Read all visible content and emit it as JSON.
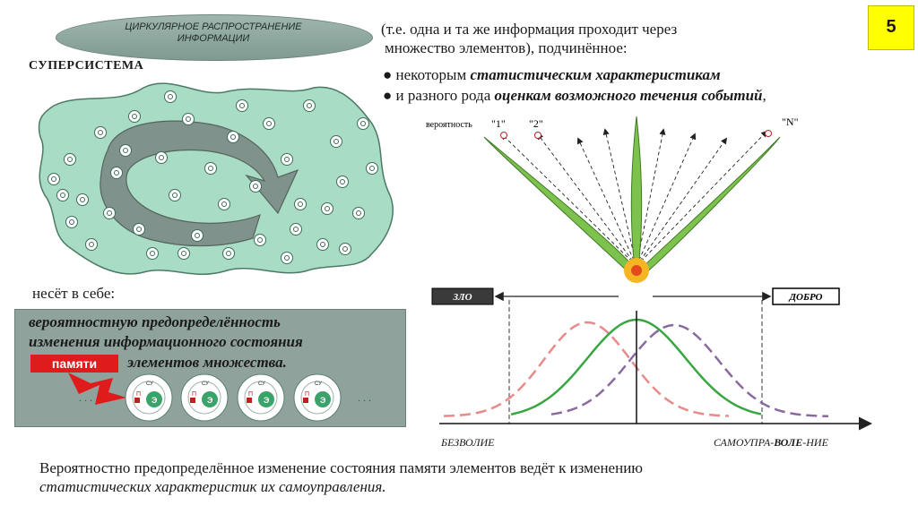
{
  "page_number": "5",
  "oval": {
    "line1": "ЦИРКУЛЯРНОЕ РАСПРОСТРАНЕНИЕ",
    "line2": "ИНФОРМАЦИИ"
  },
  "supersystem": "СУПЕРСИСТЕМА",
  "intro": {
    "line1": "(т.е. одна и та же информация проходит через",
    "line2": "множество элементов), подчинённое:"
  },
  "bullets": [
    {
      "normal": "некоторым ",
      "emph": "статистическим характеристикам",
      "tail": ""
    },
    {
      "normal": "и разного рода ",
      "emph": "оценкам возможного течения событий",
      "tail": ","
    }
  ],
  "carries": "несёт в себе:",
  "grey_box": {
    "line1": "вероятностную предопределённость",
    "line2": "изменения информационного состояния",
    "memory": "памяти",
    "line3": "элементов множества.",
    "dots": ". . ."
  },
  "cell_labels": {
    "p": "П",
    "cy": "СУ",
    "e": "Э"
  },
  "fan": {
    "prob_label": "вероятность",
    "labels": [
      "\"1\"",
      "\"2\"",
      "\"N\""
    ]
  },
  "axis": {
    "evil": "ЗЛО",
    "good": "ДОБРО",
    "left_label": "БЕЗВОЛИЕ",
    "right_label_pre": "САМОУПРА-",
    "right_label_bold": "ВОЛЕ",
    "right_label_post": "-НИЕ"
  },
  "caption": {
    "line1": "Вероятностно предопределённое изменение состояния памяти элементов ведёт к изменению",
    "line2": "статистических характеристик их самоуправления."
  },
  "colors": {
    "blob_fill": "#a9dcc4",
    "arrow_fill": "#7f928c",
    "leaf_green": "#7ec24e",
    "curve_green": "#3aa642",
    "curve_red": "#e88a8a",
    "curve_purple": "#8a6a9e",
    "memory_red": "#e01b1b",
    "badge_yellow": "#ffff00"
  }
}
